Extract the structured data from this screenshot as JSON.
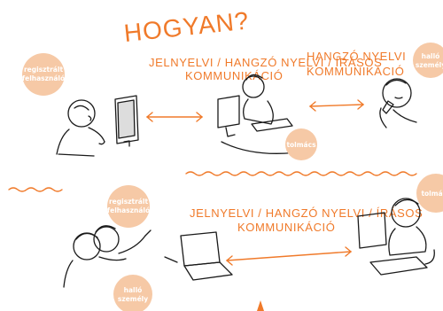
{
  "title": "HOGYAN?",
  "top": {
    "mode_label_line1": "JELNYELVI / HANGZÓ NYELVI / ÍRÁSOS",
    "mode_label_line2": "KOMMUNIKÁCIÓ",
    "voice_label_line1": "HANGZÓ NYELVI",
    "voice_label_line2": "KOMMUNIKÁCIÓ",
    "registered_user_line1": "regisztrált",
    "registered_user_line2": "felhasználó",
    "interpreter": "tolmács",
    "hearing_person_line1": "halló",
    "hearing_person_line2": "személy"
  },
  "bottom": {
    "mode_label_line1": "JELNYELVI / HANGZÓ NYELVI / ÍRÁSOS",
    "mode_label_line2": "KOMMUNIKÁCIÓ",
    "registered_user_line1": "regisztrált",
    "registered_user_line2": "felhasználó",
    "hearing_person_line1": "halló",
    "hearing_person_line2": "személy",
    "interpreter": "tolmács"
  },
  "colors": {
    "accent": "#f07a2a",
    "bubble": "#f6c9a6",
    "ink": "#1a1a1a",
    "background": "#ffffff"
  }
}
